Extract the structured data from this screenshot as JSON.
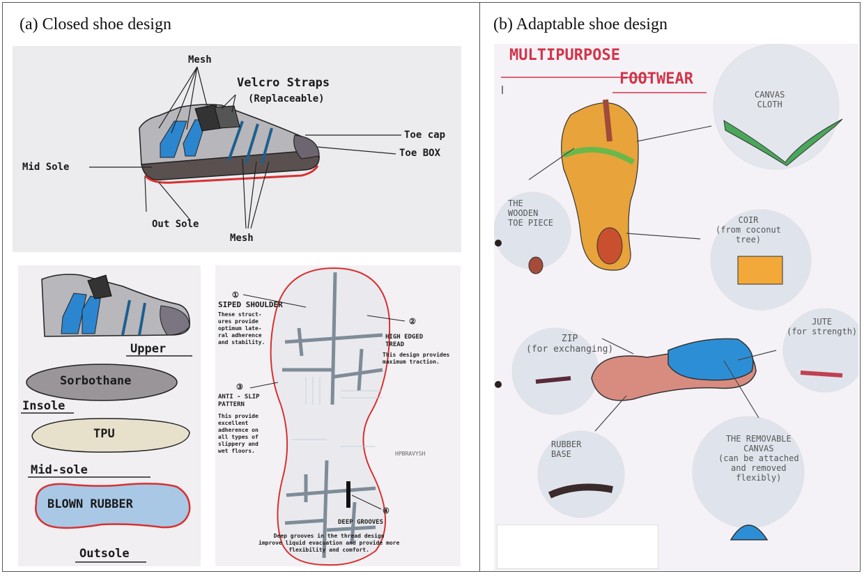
{
  "captions": {
    "left": "(a) Closed shoe design",
    "right": "(b) Adaptable shoe design"
  },
  "shoe_sketch": {
    "labels": {
      "mesh_top": "Mesh",
      "velcro": "Velcro Straps",
      "velcro_sub": "(Replaceable)",
      "toe_cap": "Toe cap",
      "toe_box": "Toe BOX",
      "mid_sole": "Mid Sole",
      "out_sole": "Out Sole",
      "mesh_bottom": "Mesh"
    }
  },
  "layers": {
    "upper": "Upper",
    "sorbothane": "Sorbothane",
    "insole": "Insole",
    "tpu": "TPU",
    "midsole": "Mid-sole",
    "blown_rubber": "BLOWN RUBBER",
    "outsole": "Outsole"
  },
  "sole_pattern": {
    "n1": "①",
    "siped_title": "SIPED SHOULDER",
    "siped_text": "These struct-\nures provide\noptimum late-\nral adherence\nand stability.",
    "n2": "②",
    "high_title": "HIGH EDGED\nTREAD",
    "high_text": "This design provides\nmaximum traction.",
    "n3": "③",
    "anti_title": "ANTI - SLIP\nPATTERN",
    "anti_text": "This provide\nexcellent\nadherence on\nall types of\nslippery and\nwet floors.",
    "signature": "HPBRAVYSH",
    "n4": "④",
    "deep_title": "DEEP GROOVES",
    "deep_text": "Deep grooves in the thread design\nimprove liquid evacuation and provide more\nflexibility and comfort."
  },
  "multipurpose": {
    "title1": "MULTIPURPOSE",
    "title2": "FOOTWEAR",
    "canvas": "CANVAS\nCLOTH",
    "wooden": "THE\nWOODEN\nTOE PIECE",
    "coir": "COIR\n(from coconut\ntree)",
    "zip": "ZIP\n(for exchanging)",
    "jute": "JUTE\n(for strength)",
    "rubber": "RUBBER\nBASE",
    "removable": "THE REMOVABLE\nCANVAS\n(can be attached\nand removed\nflexibly)"
  },
  "colors": {
    "red_ink": "#d2344a",
    "blue": "#2c8fd6",
    "orange": "#e8a33a"
  }
}
